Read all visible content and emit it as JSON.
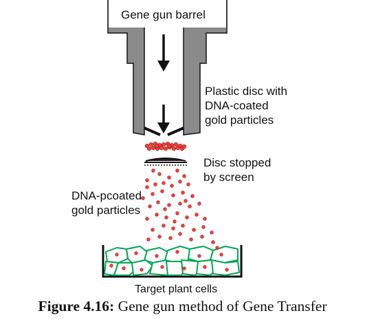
{
  "labels": {
    "barrel": "Gene gun barrel",
    "plastic_disc": "Plastic disc with\nDNA-coated\ngold particles",
    "disc_stopped": "Disc stopped\nby screen",
    "dna_particles": "DNA-pcoated\ngold particles",
    "target_cells": "Target plant cells"
  },
  "caption": {
    "number": "Figure 4.16:",
    "text": "Gene gun method of Gene Transfer"
  },
  "colors": {
    "barrel_gray": "#8a8a8a",
    "particle_red": "#e8463c",
    "cell_green": "#00a651",
    "dish_black": "#111111"
  }
}
